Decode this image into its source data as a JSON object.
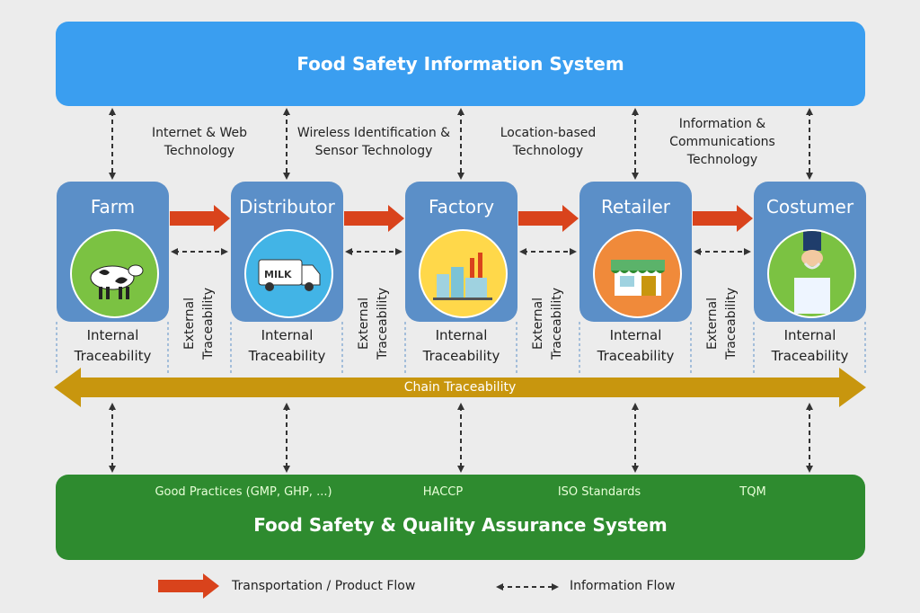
{
  "top_system": {
    "title": "Food Safety Information System"
  },
  "technologies": [
    {
      "lines": [
        "Internet & Web",
        "Technology"
      ]
    },
    {
      "lines": [
        "Wireless Identification &",
        "Sensor Technology"
      ]
    },
    {
      "lines": [
        "Location-based",
        "Technology"
      ]
    },
    {
      "lines": [
        "Information &",
        "Communications",
        "Technology"
      ]
    }
  ],
  "nodes": [
    {
      "title": "Farm",
      "icon": "cow-icon",
      "circle_color": "#7bc242"
    },
    {
      "title": "Distributor",
      "icon": "milk-truck-icon",
      "circle_color": "#42b4e6"
    },
    {
      "title": "Factory",
      "icon": "factory-icon",
      "circle_color": "#ffd84a"
    },
    {
      "title": "Retailer",
      "icon": "store-icon",
      "circle_color": "#f08a3a"
    },
    {
      "title": "Costumer",
      "icon": "shopping-bag-hand-icon",
      "circle_color": "#7bc242"
    }
  ],
  "internal_traceability": [
    "Internal",
    "Traceability"
  ],
  "external_traceability": [
    "External",
    "Traceability"
  ],
  "chain": {
    "label": "Chain Traceability",
    "color": "#c8960e"
  },
  "bottom_system": {
    "title": "Food Safety & Quality Assurance System",
    "practices": [
      "Good Practices (GMP, GHP, ...)",
      "HACCP",
      "ISO Standards",
      "TQM"
    ]
  },
  "legend": {
    "transport": "Transportation / Product Flow",
    "information": "Information Flow"
  },
  "colors": {
    "blue_banner": "#3a9ef0",
    "node_blue": "#5b8fc8",
    "green_banner": "#2e8b2f",
    "flow_arrow": "#d9431c"
  }
}
